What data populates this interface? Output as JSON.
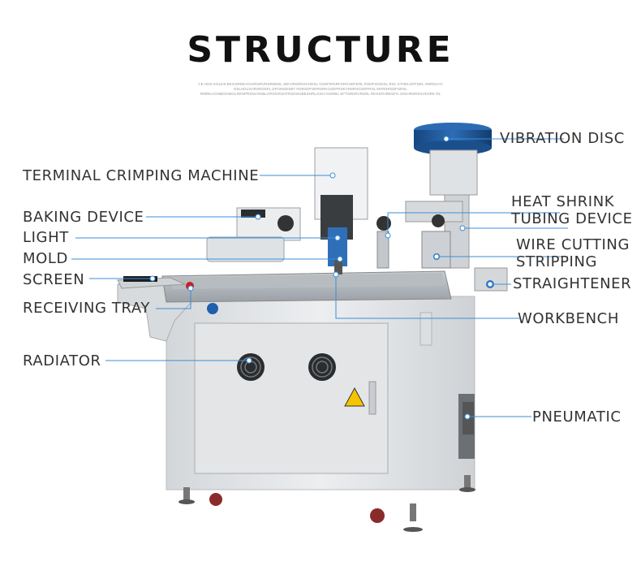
{
  "header": {
    "title": "STRUCTURE",
    "subtitle": "CE  HDS KGLDS BKGSRDEVGHIRSRVRSRDEEL SIEVIRSRDSVHDSL GSDFIRSRFSRGSDFERL RSDFIGSDSL RSL GTHELGFFSEL SNRDLHV DSLHDLSGRSRDSFL DFGMSDSBT RSRSDFSRRSRKGSDFRSKVNSRSGSDFRSL MVRSRSDFSRSL RMRKAGSBESVBGLSRSPRSNVSGBLGRSGRSHTRSDGNBESHRLGSH GISRBL SFTSRKRVRSRL RKSSFHRESFH JSGHRSRSSVESRK RL"
  },
  "labels": {
    "vibration_disc": "VIBRATION DISC",
    "terminal_crimping_machine": "TERMINAL CRIMPING MACHINE",
    "heat_shrink_1": "HEAT SHRINK",
    "heat_shrink_2": "TUBING DEVICE",
    "baking_device": "BAKING DEVICE",
    "light": "LIGHT",
    "wire_cutting": "WIRE CUTTING",
    "stripping": "STRIPPING",
    "mold": "MOLD",
    "screen": "SCREEN",
    "straightener": "STRAIGHTENER",
    "receiving_tray": "RECEIVING TRAY",
    "workbench": "WORKBENCH",
    "radiator": "RADIATOR",
    "pneumatic": "PNEUMATIC"
  },
  "colors": {
    "leader_line": "#3a8fd8",
    "machine_body": "#e4e6e8",
    "vibration_disc": "#1e5aa0",
    "warning": "#f5c400"
  }
}
